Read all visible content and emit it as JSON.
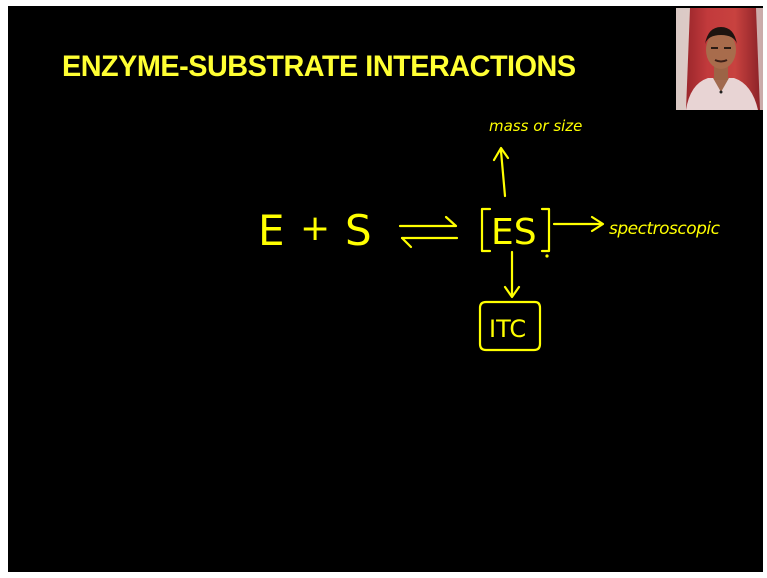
{
  "slide": {
    "title": "ENZYME-SUBSTRATE INTERACTIONS",
    "title_color": "#ffff33",
    "ink_color": "#ffff00",
    "background": "#000000"
  },
  "annotations": {
    "enzyme": "E",
    "plus": "+",
    "substrate": "S",
    "complex": "ES",
    "mass_label": "mass or size",
    "spectro_label": "spectroscopic",
    "itc_label": "ITC"
  },
  "webcam": {
    "icon": "presenter-video-thumbnail"
  }
}
